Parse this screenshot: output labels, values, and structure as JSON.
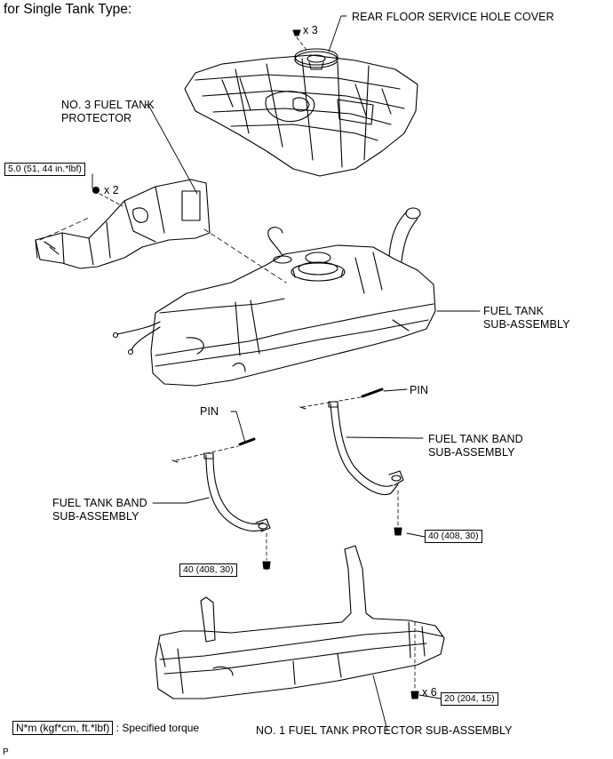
{
  "title": "for Single Tank Type:",
  "labels": {
    "rear_floor_cover": "REAR FLOOR SERVICE HOLE COVER",
    "protector3_line1": "NO. 3 FUEL TANK",
    "protector3_line2": "PROTECTOR",
    "fuel_tank_line1": "FUEL TANK",
    "fuel_tank_line2": "SUB-ASSEMBLY",
    "pin_right": "PIN",
    "pin_left": "PIN",
    "band_right_line1": "FUEL TANK BAND",
    "band_right_line2": "SUB-ASSEMBLY",
    "band_left_line1": "FUEL TANK BAND",
    "band_left_line2": "SUB-ASSEMBLY",
    "protector1": "NO. 1 FUEL TANK PROTECTOR SUB-ASSEMBLY"
  },
  "multipliers": {
    "cover_bolts": "x 3",
    "protector3_bolts": "x 2",
    "protector1_bolts": "x 6"
  },
  "torques": {
    "protector3": "5.0 (51, 44 in.*lbf)",
    "band_right": "40 (408, 30)",
    "band_left": "40 (408, 30)",
    "protector1": "20 (204, 15)"
  },
  "legend": {
    "unit": "N*m (kgf*cm, ft.*lbf)",
    "text": ": Specified torque"
  },
  "figure_ref": "P"
}
